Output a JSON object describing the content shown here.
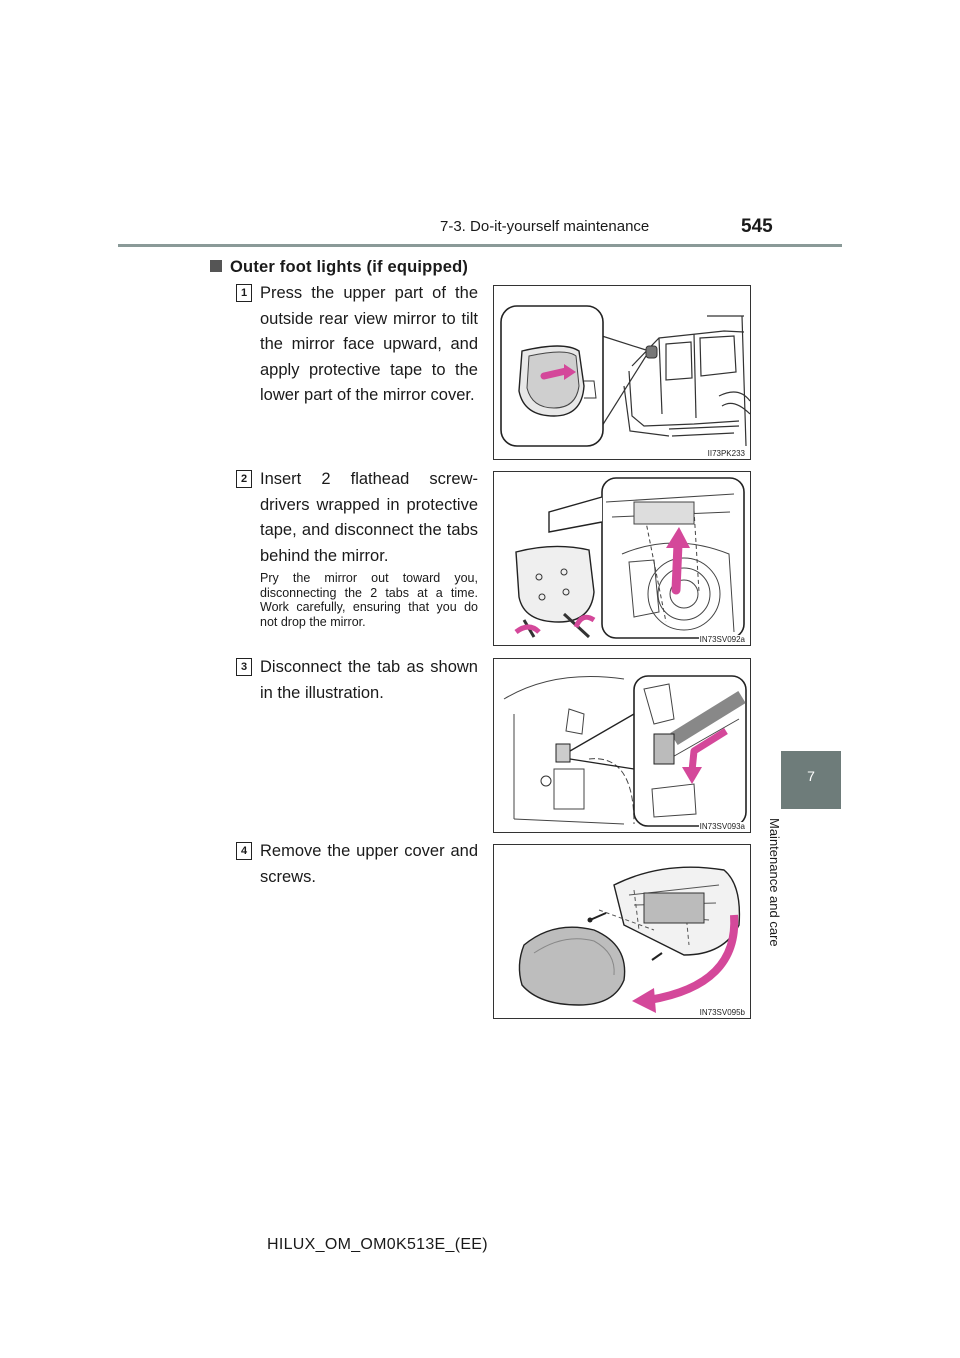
{
  "header": {
    "section": "7-3. Do-it-yourself maintenance",
    "page_number": "545"
  },
  "side_tab": {
    "chapter_number": "7",
    "chapter_title": "Maintenance and care"
  },
  "section_heading": "Outer foot lights (if equipped)",
  "steps": [
    {
      "number": "1",
      "text": "Press the upper part of the outside rear view mirror to tilt the mirror face upward, and apply protective tape to the lower part of the mirror cover.",
      "note": "",
      "figure_code": "II73PK233"
    },
    {
      "number": "2",
      "text": "Insert 2 flathead screw-drivers wrapped in protective tape, and disconnect the tabs behind the mirror.",
      "note": "Pry the mirror out toward you, disconnecting the 2 tabs at a time. Work carefully, ensuring that you do not drop the mirror.",
      "figure_code": "IN73SV092a"
    },
    {
      "number": "3",
      "text": "Disconnect the tab as shown in the illustration.",
      "note": "",
      "figure_code": "IN73SV093a"
    },
    {
      "number": "4",
      "text": "Remove the upper cover and screws.",
      "note": "",
      "figure_code": "IN73SV095b"
    }
  ],
  "footer": {
    "doc_code": "HILUX_OM_OM0K513E_(EE)"
  },
  "colors": {
    "accent_arrow": "#d4489a",
    "tab_gray": "#6e7c7a",
    "rule_gray": "#8a9a98"
  }
}
